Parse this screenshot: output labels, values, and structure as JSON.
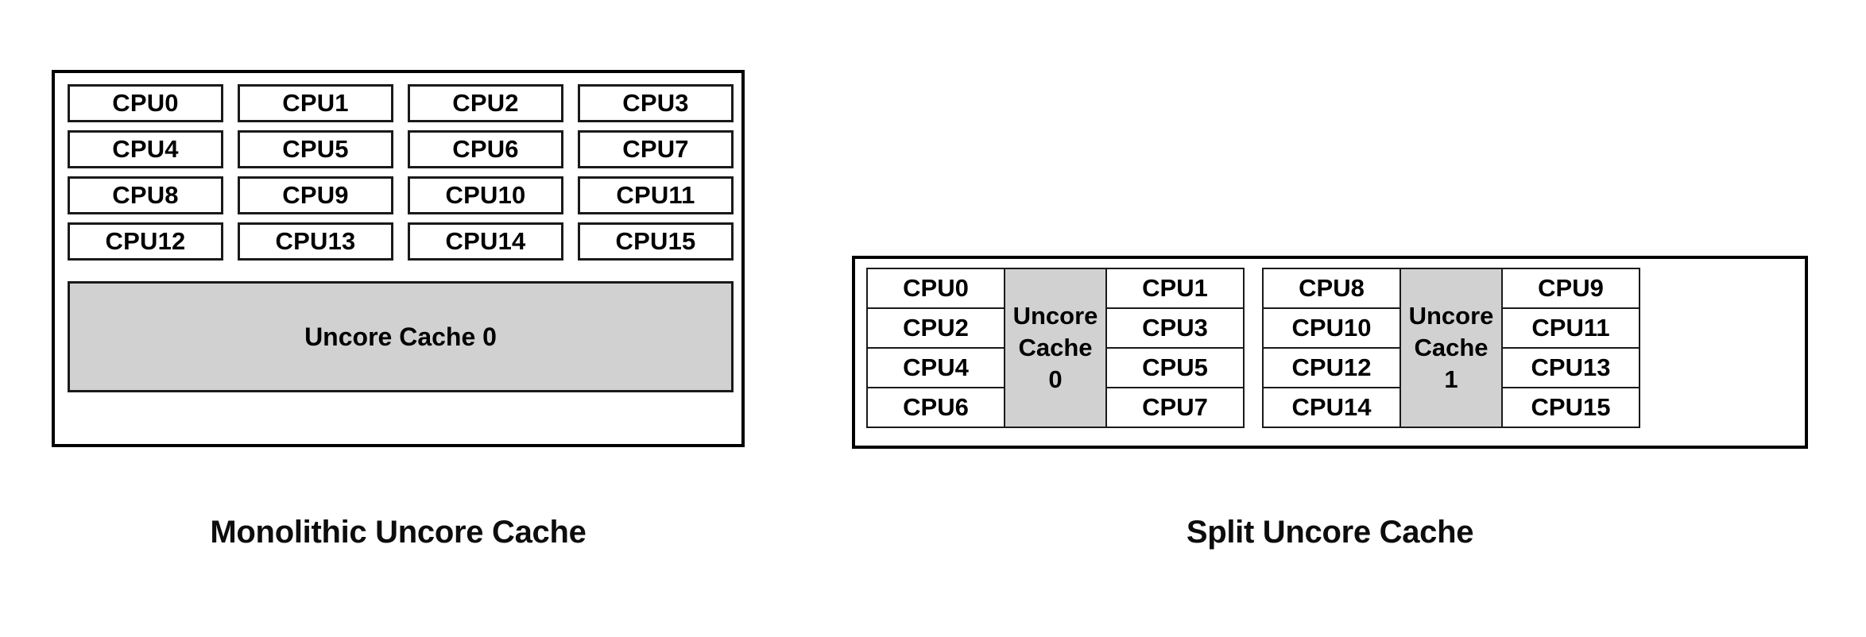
{
  "figure": {
    "background": "#ffffff",
    "line_color": "#000000",
    "cache_fill": "#d1d1d1"
  },
  "monolithic": {
    "caption": "Monolithic Uncore Cache",
    "cpus": [
      "CPU0",
      "CPU1",
      "CPU2",
      "CPU3",
      "CPU4",
      "CPU5",
      "CPU6",
      "CPU7",
      "CPU8",
      "CPU9",
      "CPU10",
      "CPU11",
      "CPU12",
      "CPU13",
      "CPU14",
      "CPU15"
    ],
    "cache_label": "Uncore Cache 0"
  },
  "split": {
    "caption": "Split Uncore Cache",
    "clusters": [
      {
        "left_cpus": [
          "CPU0",
          "CPU2",
          "CPU4",
          "CPU6"
        ],
        "cache_lines": [
          "Uncore",
          "Cache",
          "0"
        ],
        "right_cpus": [
          "CPU1",
          "CPU3",
          "CPU5",
          "CPU7"
        ]
      },
      {
        "left_cpus": [
          "CPU8",
          "CPU10",
          "CPU12",
          "CPU14"
        ],
        "cache_lines": [
          "Uncore",
          "Cache",
          "1"
        ],
        "right_cpus": [
          "CPU9",
          "CPU11",
          "CPU13",
          "CPU15"
        ]
      }
    ]
  }
}
